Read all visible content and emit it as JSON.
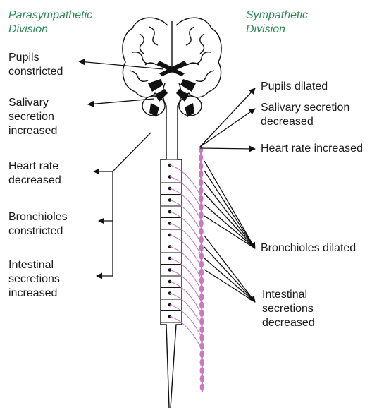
{
  "colors": {
    "heading": "#2e8b57",
    "line": "#111111",
    "ganglion": "#c87ac0",
    "fiber": "#c87ac0"
  },
  "parasympathetic": {
    "heading": "Parasympathetic\nDivision",
    "effects": [
      "Pupils\nconstricted",
      "Salivary\nsecretion\nincreased",
      "Heart rate\ndecreased",
      "Bronchioles\nconstricted",
      "Intestinal\nsecretions\nincreased"
    ]
  },
  "sympathetic": {
    "heading": "Sympathetic\nDivision",
    "effects": [
      "Pupils dilated",
      "Salivary secretion\ndecreased",
      "Heart rate increased",
      "Bronchioles dilated",
      "Intestinal\nsecretions\ndecreased"
    ]
  },
  "icons": {
    "brain": "brain-icon",
    "spinal_cord": "spinal-cord-icon",
    "ganglion_chain": "sympathetic-chain-icon"
  }
}
